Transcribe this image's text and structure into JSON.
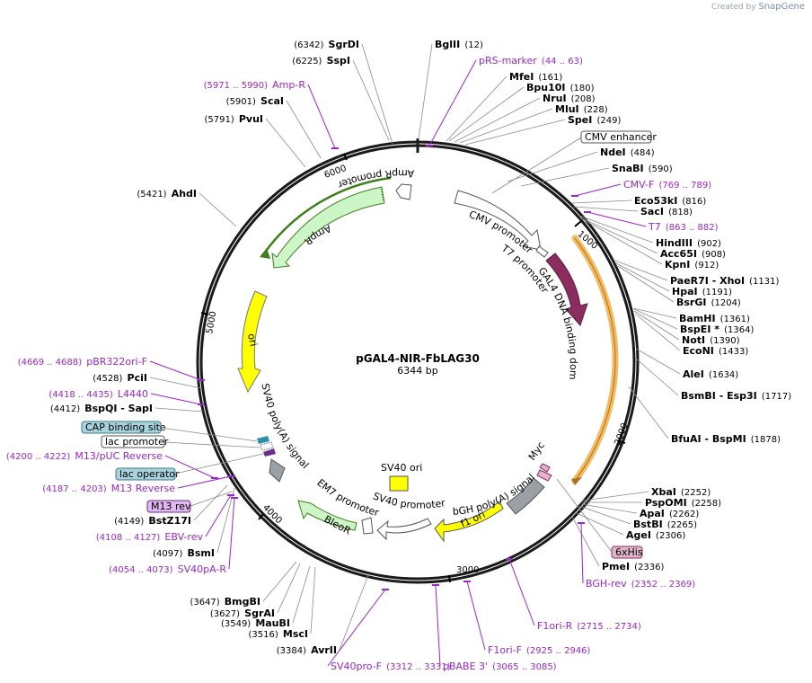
{
  "credit": {
    "prefix": "Created by",
    "brand": "SnapGene"
  },
  "plasmid": {
    "name": "pGAL4-NIR-FbLAG30",
    "size": "6344 bp"
  },
  "ticks": [
    "1000",
    "2000",
    "3000",
    "4000",
    "5000",
    "6000"
  ],
  "sites": [
    {
      "name": "SgrDI",
      "pos": "(6342)"
    },
    {
      "name": "BglII",
      "pos": "(12)"
    },
    {
      "name": "SspI",
      "pos": "(6225)"
    },
    {
      "name": "ScaI",
      "pos": "(5901)"
    },
    {
      "name": "PvuI",
      "pos": "(5791)"
    },
    {
      "name": "MfeI",
      "pos": "(161)"
    },
    {
      "name": "Bpu10I",
      "pos": "(180)"
    },
    {
      "name": "NruI",
      "pos": "(208)"
    },
    {
      "name": "MluI",
      "pos": "(228)"
    },
    {
      "name": "SpeI",
      "pos": "(249)"
    },
    {
      "name": "NdeI",
      "pos": "(484)"
    },
    {
      "name": "SnaBI",
      "pos": "(590)"
    },
    {
      "name": "Eco53kI",
      "pos": "(816)"
    },
    {
      "name": "SacI",
      "pos": "(818)"
    },
    {
      "name": "HindIII",
      "pos": "(902)"
    },
    {
      "name": "Acc65I",
      "pos": "(908)"
    },
    {
      "name": "KpnI",
      "pos": "(912)"
    },
    {
      "name": "PaeR7I",
      "name2": "- XhoI",
      "pos": "(1131)"
    },
    {
      "name": "HpaI",
      "pos": "(1191)"
    },
    {
      "name": "BsrGI",
      "pos": "(1204)"
    },
    {
      "name": "BamHI",
      "pos": "(1361)"
    },
    {
      "name": "BspEI",
      "name2": "*",
      "pos": "(1364)"
    },
    {
      "name": "NotI",
      "pos": "(1390)"
    },
    {
      "name": "EcoNI",
      "pos": "(1433)"
    },
    {
      "name": "AleI",
      "pos": "(1634)"
    },
    {
      "name": "BsmBI",
      "name2": "- Esp3I",
      "pos": "(1717)"
    },
    {
      "name": "BfuAI",
      "name2": "- BspMI",
      "pos": "(1878)"
    },
    {
      "name": "XbaI",
      "pos": "(2252)"
    },
    {
      "name": "PspOMI",
      "pos": "(2258)"
    },
    {
      "name": "ApaI",
      "pos": "(2262)"
    },
    {
      "name": "BstBI",
      "pos": "(2265)"
    },
    {
      "name": "AgeI",
      "pos": "(2306)"
    },
    {
      "name": "PmeI",
      "pos": "(2336)"
    },
    {
      "name": "AhdI",
      "pos": "(5421)"
    },
    {
      "name": "PciI",
      "pos": "(4528)"
    },
    {
      "name": "BspQI",
      "name2": "- SapI",
      "pos": "(4412)"
    },
    {
      "name": "BstZ17I",
      "pos": "(4149)"
    },
    {
      "name": "BsmI",
      "pos": "(4097)"
    },
    {
      "name": "BmgBI",
      "pos": "(3647)"
    },
    {
      "name": "SgrAI",
      "pos": "(3627)"
    },
    {
      "name": "MauBI",
      "pos": "(3549)"
    },
    {
      "name": "MscI",
      "pos": "(3516)"
    },
    {
      "name": "AvrII",
      "pos": "(3384)"
    }
  ],
  "primers": [
    {
      "name": "pRS-marker",
      "pos": "(44 .. 63)"
    },
    {
      "name": "Amp-R",
      "pos": "(5971 .. 5990)"
    },
    {
      "name": "CMV-F",
      "pos": "(769 .. 789)"
    },
    {
      "name": "T7",
      "pos": "(863 .. 882)"
    },
    {
      "name": "pBR322ori-F",
      "pos": "(4669 .. 4688)"
    },
    {
      "name": "L4440",
      "pos": "(4418 .. 4435)"
    },
    {
      "name": "M13/pUC Reverse",
      "pos": "(4200 .. 4222)"
    },
    {
      "name": "M13 Reverse",
      "pos": "(4187 .. 4203)"
    },
    {
      "name": "EBV-rev",
      "pos": "(4108 .. 4127)"
    },
    {
      "name": "SV40pA-R",
      "pos": "(4054 .. 4073)"
    },
    {
      "name": "BGH-rev",
      "pos": "(2352 .. 2369)"
    },
    {
      "name": "F1ori-R",
      "pos": "(2715 .. 2734)"
    },
    {
      "name": "F1ori-F",
      "pos": "(2925 .. 2946)"
    },
    {
      "name": "pBABE 3'",
      "pos": "(3065 .. 3085)"
    },
    {
      "name": "SV40pro-F",
      "pos": "(3312 .. 3331)"
    }
  ],
  "features": {
    "cmv_enhancer": "CMV enhancer",
    "cap_site": "CAP binding site",
    "lac_promoter": "lac promoter",
    "lac_operator": "lac operator",
    "m13_rev": "M13 rev",
    "his6": "6xHis",
    "ampr_promoter": "AmpR promoter",
    "ampr": "AmpR",
    "ori": "ori",
    "cmv_promoter": "CMV promoter",
    "t7_promoter": "T7 promoter",
    "gal4": "GAL4 DNA binding domain",
    "sv40_polya": "SV40 poly(A) signal",
    "sv40_ori": "SV40 ori",
    "sv40_promoter": "SV40 promoter",
    "em7_promoter": "EM7 promoter",
    "bleor": "BleoR",
    "bgh_polya": "bGH poly(A) signal",
    "myc": "Myc",
    "f1_ori": "f1 ori"
  },
  "colors": {
    "ampr": "#ccf5c8",
    "ampr_edge": "#3f7f1a",
    "ori": "#ffff00",
    "gal4": "#8b2d5f",
    "orf_highlight": "#f2b24f",
    "grey_feature": "#9aa0a6",
    "primer": "#9a27c9",
    "teal": "#2a8fa8",
    "boxed_blue": "#a8d3dc",
    "his_box": "#e2b5cc",
    "m13_box": "#dfb8f0"
  }
}
